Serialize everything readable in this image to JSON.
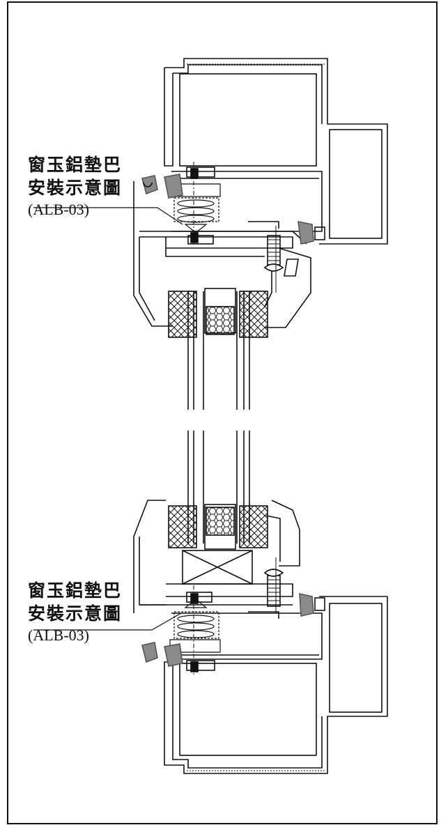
{
  "callouts": [
    {
      "line1": "窗玉鋁墊巴",
      "line2": "安裝示意圖",
      "code": "(ALB-03)"
    },
    {
      "line1": "窗玉鋁墊巴",
      "line2": "安裝示意圖",
      "code": "(ALB-03)"
    }
  ],
  "colors": {
    "line": "#111111",
    "gasket": "#8a8a8a",
    "background": "#ffffff"
  }
}
